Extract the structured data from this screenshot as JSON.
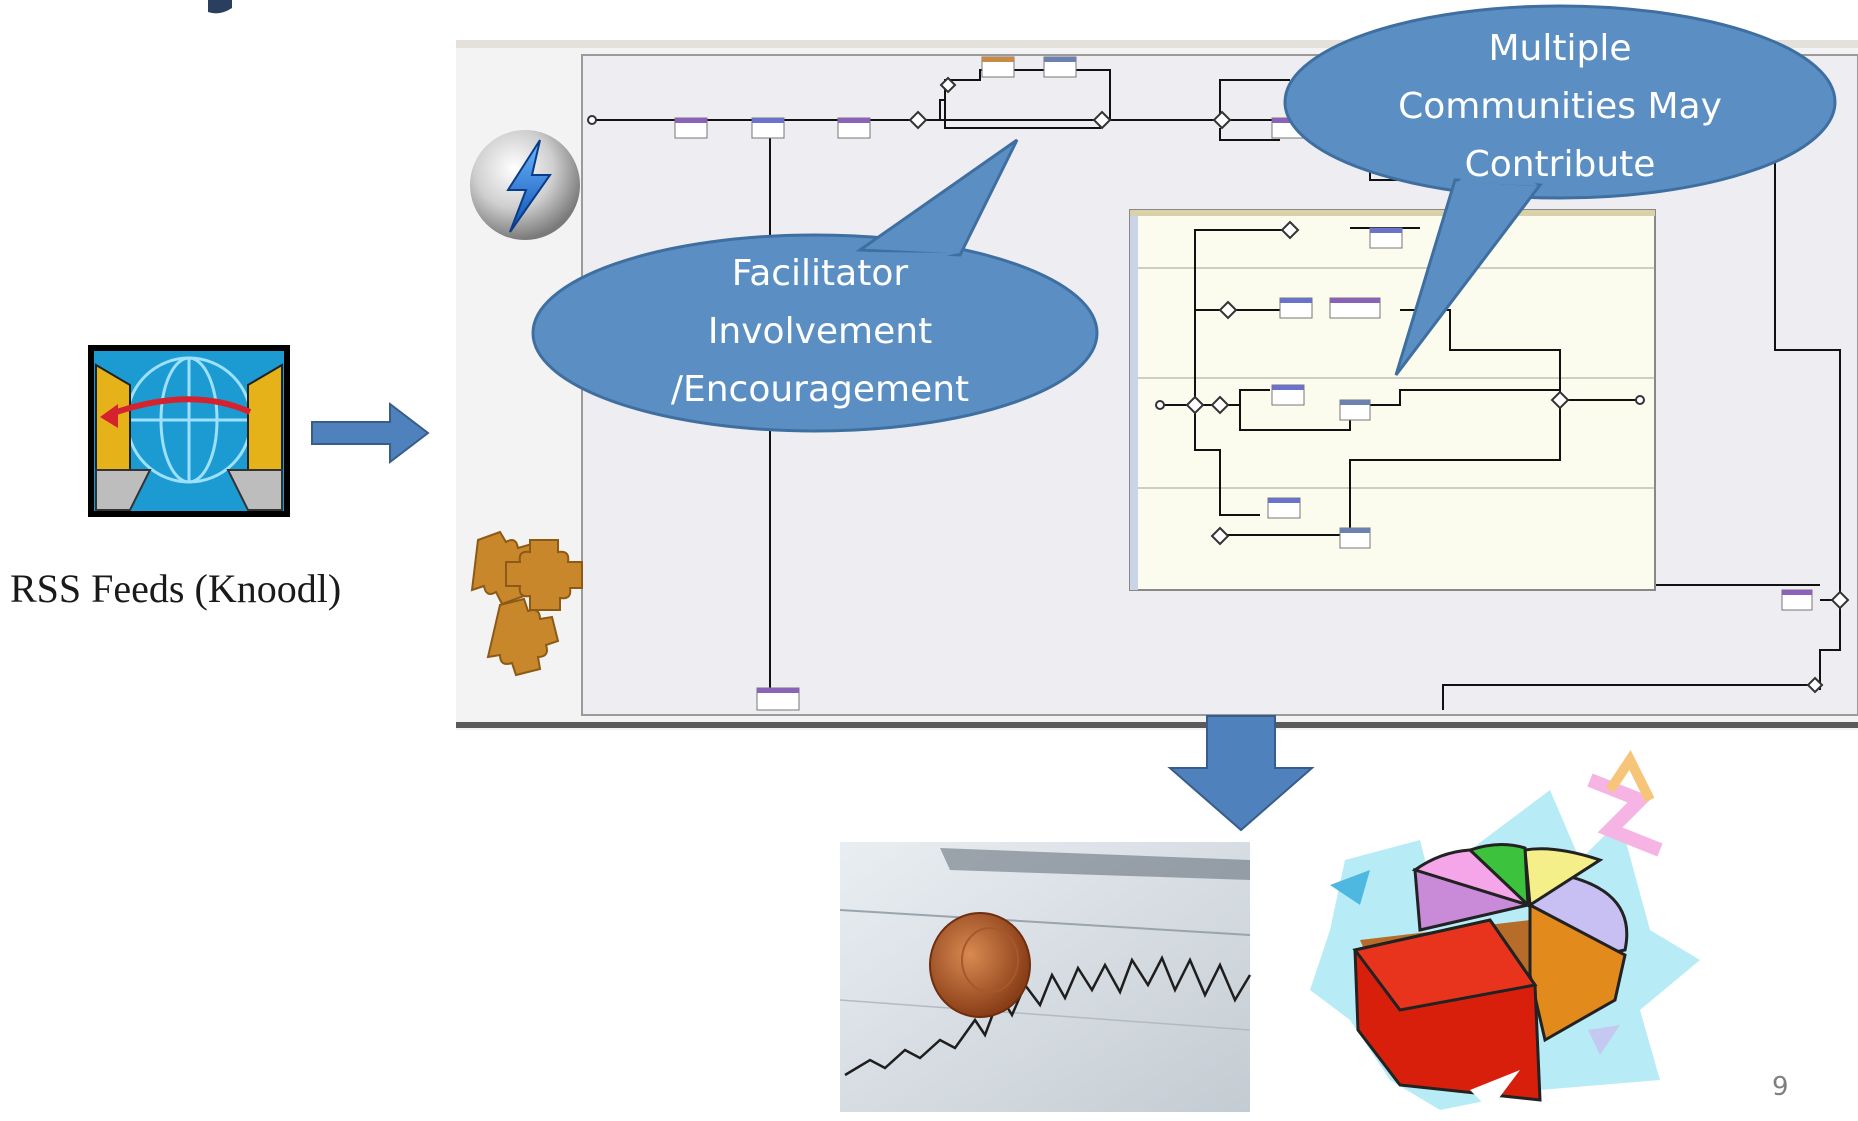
{
  "rss_label": "RSS Feeds (Knoodl)",
  "bubbles": {
    "facilitator": [
      "Facilitator",
      "Involvement",
      "/Encouragement"
    ],
    "communities": [
      "Multiple",
      "Communities May",
      "Contribute"
    ]
  },
  "page_number": "9",
  "colors": {
    "bubble_fill": "#5b8fc4",
    "bubble_stroke": "#3f6fa0",
    "arrow_fill": "#4f81bd"
  },
  "icons": [
    "lightning-orb-icon",
    "puzzle-pieces-icon",
    "rss-network-icon",
    "penny-chart-photo",
    "pie-chart-clipart"
  ]
}
